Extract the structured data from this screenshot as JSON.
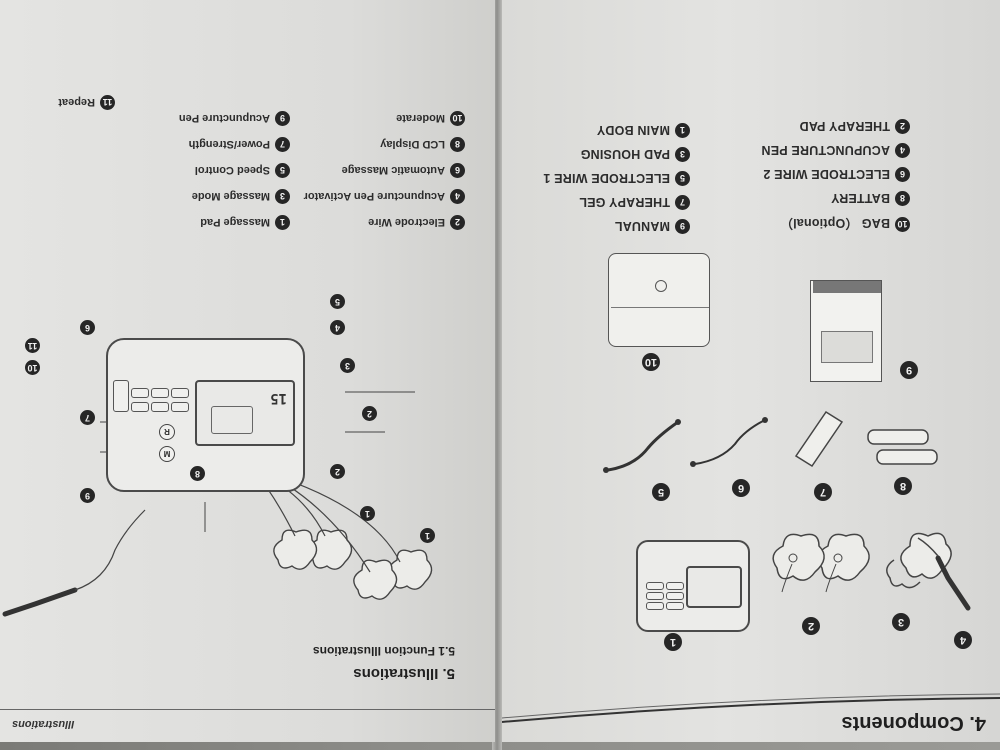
{
  "left_page": {
    "header_label": "Illustrations",
    "section_title": "5. Illustrations",
    "subsection_title": "5.1 Function Illustrations",
    "functions": [
      {
        "n": "1",
        "label": "Massage Pad"
      },
      {
        "n": "2",
        "label": "Electrode Wire"
      },
      {
        "n": "3",
        "label": "Massage Mode"
      },
      {
        "n": "4",
        "label": "Acupuncture Pen Activator"
      },
      {
        "n": "5",
        "label": "Speed Control"
      },
      {
        "n": "6",
        "label": "Automatic Massage"
      },
      {
        "n": "7",
        "label": "Power/Strength"
      },
      {
        "n": "8",
        "label": "LCD Display"
      },
      {
        "n": "9",
        "label": "Acupuncture Pen"
      },
      {
        "n": "10",
        "label": "Moderate"
      },
      {
        "n": "11",
        "label": "Repeat"
      }
    ],
    "diagram_callouts": [
      "1",
      "1",
      "2",
      "2",
      "3",
      "4",
      "5",
      "6",
      "7",
      "8",
      "9",
      "10",
      "11"
    ],
    "device_buttons": [
      "R",
      "M"
    ],
    "lcd_reading": "15"
  },
  "right_page": {
    "section_title": "4. Components",
    "components": [
      {
        "n": "1",
        "label": "MAIN BODY"
      },
      {
        "n": "2",
        "label": "THERAPY PAD"
      },
      {
        "n": "3",
        "label": "PAD HOUSING"
      },
      {
        "n": "4",
        "label": "ACUPUNCTURE PEN"
      },
      {
        "n": "5",
        "label": "ELECTRODE WIRE 1"
      },
      {
        "n": "6",
        "label": "ELECTRODE WIRE 2"
      },
      {
        "n": "7",
        "label": "THERAPY GEL"
      },
      {
        "n": "8",
        "label": "BATTERY"
      },
      {
        "n": "9",
        "label": "MANUAL"
      },
      {
        "n": "10",
        "label": "BAG （Optional）"
      }
    ],
    "picture_callouts": [
      "1",
      "2",
      "3",
      "4",
      "5",
      "6",
      "7",
      "8",
      "9",
      "10"
    ]
  }
}
